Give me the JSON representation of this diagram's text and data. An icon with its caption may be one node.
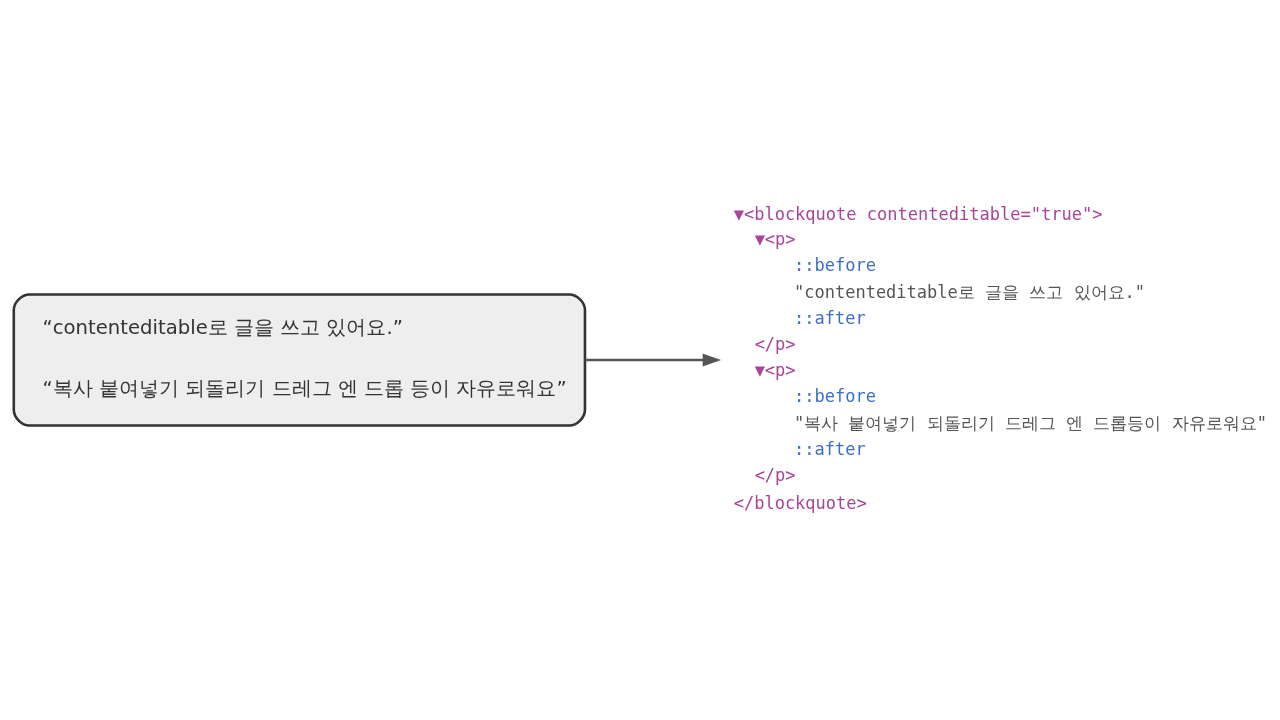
{
  "diagram": {
    "nodes": [
      {
        "text": [
          "“contenteditable로 글을 쓰고 있어요.”",
          "“복사 붙여넣기 되돌리기 드레그 엔 드롭 등이 자유로워요”"
        ]
      },
      {
        "text": [
          "▼<blockquote contenteditable=\"true\">",
          "▼<p>",
          "::before",
          "\"contenteditable로 글을 쓰고 있어요.\"",
          "::after",
          "</p>",
          "▼<p>",
          "::before",
          "\"복사 붙여넣기 되돌리기 드레그 엔 드롭등이 자유로워요\"",
          "::after",
          "</p>",
          "</blockquote>"
        ]
      }
    ],
    "edges": [
      {
        "from": 0,
        "to": 1,
        "arrow": "to"
      }
    ]
  }
}
